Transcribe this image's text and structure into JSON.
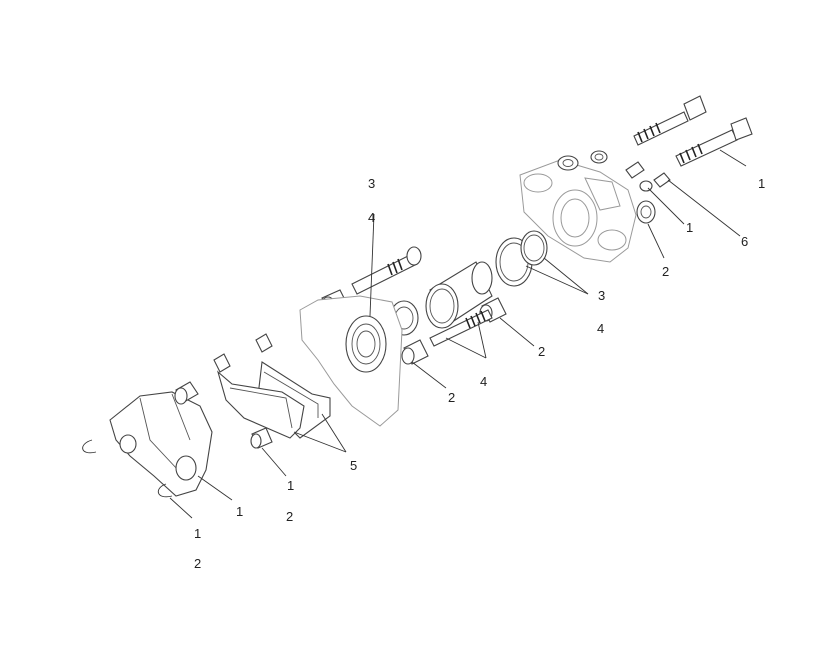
{
  "callouts": {
    "bolt_top": "1",
    "washer_top": "1",
    "bleed_valve": "6",
    "washer_right": "2",
    "seal_ring_top": "3",
    "piston_seals": "3",
    "pin_bolt_top": "4",
    "piston_right": "4",
    "bush_right": "2",
    "pin_bolts_lower": "4",
    "bush_left": "2",
    "pads": "5",
    "bush_small": "1",
    "bush_small_sub": "2",
    "bracket_pin": "1",
    "clip": "1",
    "clip_sub": "2"
  }
}
